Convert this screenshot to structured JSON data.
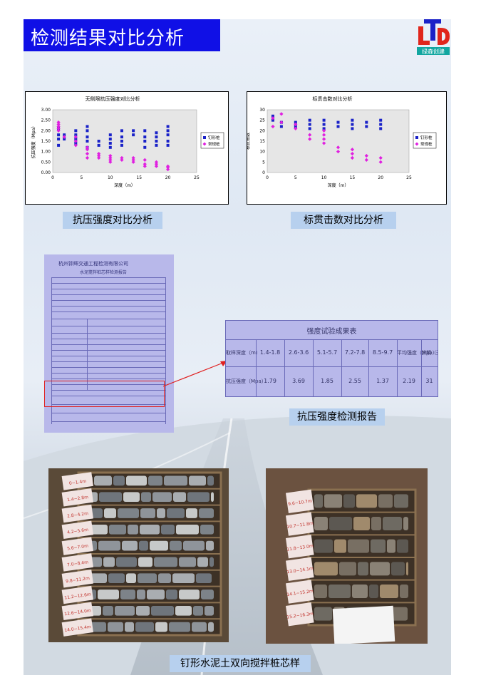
{
  "header": {
    "title": "检测结果对比分析"
  },
  "logo": {
    "letters": "LTD",
    "tagline": "绿森创建",
    "colors": {
      "L": "#e0261c",
      "T": "#1a22c8",
      "D": "#e0261c",
      "tag_bg": "#12a6a0"
    }
  },
  "charts": [
    {
      "chart_data": {
        "type": "scatter",
        "title": "无侧限抗压强度对比分析",
        "xlabel": "深度（m）",
        "ylabel": "抗压强度（Mpa）",
        "xlim": [
          0,
          25
        ],
        "ylim": [
          0,
          3
        ],
        "xticks": [
          "0",
          "5",
          "10",
          "15",
          "20",
          "25"
        ],
        "yticks": [
          "0.00",
          "0.50",
          "1.00",
          "1.50",
          "2.00",
          "2.50",
          "3.00"
        ],
        "legend_position": "right",
        "series": [
          {
            "name": "钉形桩",
            "color": "#1a22c8",
            "marker": "square",
            "points": [
              [
                1,
                1.3
              ],
              [
                1,
                1.6
              ],
              [
                1,
                1.8
              ],
              [
                1,
                2.1
              ],
              [
                2,
                1.6
              ],
              [
                2,
                1.8
              ],
              [
                4,
                1.4
              ],
              [
                4,
                1.6
              ],
              [
                4,
                1.8
              ],
              [
                4,
                2.0
              ],
              [
                6,
                1.2
              ],
              [
                6,
                1.5
              ],
              [
                6,
                1.7
              ],
              [
                6,
                2.0
              ],
              [
                6,
                2.2
              ],
              [
                8,
                1.3
              ],
              [
                8,
                1.5
              ],
              [
                10,
                1.2
              ],
              [
                10,
                1.4
              ],
              [
                10,
                1.6
              ],
              [
                10,
                1.8
              ],
              [
                12,
                1.3
              ],
              [
                12,
                1.5
              ],
              [
                12,
                1.7
              ],
              [
                12,
                2.0
              ],
              [
                14,
                1.8
              ],
              [
                14,
                2.0
              ],
              [
                16,
                1.2
              ],
              [
                16,
                1.5
              ],
              [
                16,
                1.7
              ],
              [
                16,
                2.0
              ],
              [
                18,
                1.3
              ],
              [
                18,
                1.5
              ],
              [
                18,
                1.7
              ],
              [
                18,
                1.9
              ],
              [
                20,
                1.3
              ],
              [
                20,
                1.5
              ],
              [
                20,
                1.8
              ],
              [
                20,
                2.0
              ],
              [
                20,
                2.2
              ]
            ]
          },
          {
            "name": "常规桩",
            "color": "#e020e0",
            "marker": "diamond",
            "points": [
              [
                1,
                2.0
              ],
              [
                1,
                2.1
              ],
              [
                1,
                2.2
              ],
              [
                1,
                2.3
              ],
              [
                1,
                2.4
              ],
              [
                2,
                1.7
              ],
              [
                4,
                1.3
              ],
              [
                4,
                1.5
              ],
              [
                4,
                1.7
              ],
              [
                6,
                0.7
              ],
              [
                6,
                0.9
              ],
              [
                6,
                1.1
              ],
              [
                6,
                1.2
              ],
              [
                8,
                0.7
              ],
              [
                8,
                0.8
              ],
              [
                8,
                0.9
              ],
              [
                10,
                0.5
              ],
              [
                10,
                0.6
              ],
              [
                10,
                0.7
              ],
              [
                10,
                0.8
              ],
              [
                12,
                0.6
              ],
              [
                12,
                0.7
              ],
              [
                14,
                0.5
              ],
              [
                14,
                0.6
              ],
              [
                14,
                0.7
              ],
              [
                16,
                0.3
              ],
              [
                16,
                0.4
              ],
              [
                16,
                0.6
              ],
              [
                18,
                0.3
              ],
              [
                18,
                0.4
              ],
              [
                18,
                0.5
              ],
              [
                20,
                0.15
              ],
              [
                20,
                0.25
              ],
              [
                20,
                0.3
              ]
            ]
          }
        ]
      }
    },
    {
      "chart_data": {
        "type": "scatter",
        "title": "标贯击数对比分析",
        "xlabel": "深度（m）",
        "ylabel": "标贯击数",
        "xlim": [
          0,
          25
        ],
        "ylim": [
          0,
          30
        ],
        "xticks": [
          "0",
          "5",
          "10",
          "15",
          "20",
          "25"
        ],
        "yticks": [
          "0",
          "5",
          "10",
          "15",
          "20",
          "25",
          "30"
        ],
        "legend_position": "right",
        "series": [
          {
            "name": "钉形桩",
            "color": "#1a22c8",
            "marker": "square",
            "points": [
              [
                1,
                25
              ],
              [
                1,
                27
              ],
              [
                2.5,
                22
              ],
              [
                2.5,
                24
              ],
              [
                5,
                22
              ],
              [
                5,
                24
              ],
              [
                7.5,
                21
              ],
              [
                7.5,
                23
              ],
              [
                7.5,
                25
              ],
              [
                10,
                21
              ],
              [
                10,
                23
              ],
              [
                10,
                25
              ],
              [
                12.5,
                22
              ],
              [
                12.5,
                24
              ],
              [
                15,
                21
              ],
              [
                15,
                23
              ],
              [
                15,
                25
              ],
              [
                17.5,
                22
              ],
              [
                17.5,
                24
              ],
              [
                20,
                21
              ],
              [
                20,
                23
              ],
              [
                20,
                25
              ]
            ]
          },
          {
            "name": "常规桩",
            "color": "#e020e0",
            "marker": "diamond",
            "points": [
              [
                1,
                22
              ],
              [
                1,
                26
              ],
              [
                2.5,
                24
              ],
              [
                2.5,
                28
              ],
              [
                5,
                21
              ],
              [
                5,
                23
              ],
              [
                7.5,
                16
              ],
              [
                7.5,
                18
              ],
              [
                10,
                14
              ],
              [
                10,
                16
              ],
              [
                10,
                18
              ],
              [
                10,
                20
              ],
              [
                12.5,
                10
              ],
              [
                12.5,
                12
              ],
              [
                15,
                7
              ],
              [
                15,
                9
              ],
              [
                15,
                11
              ],
              [
                17.5,
                6
              ],
              [
                17.5,
                8
              ],
              [
                20,
                5
              ],
              [
                20,
                7
              ]
            ]
          }
        ]
      }
    }
  ],
  "captions": {
    "chart1": "抗压强度对比分析",
    "chart2": "标贯击数对比分析",
    "report": "抗压强度检测报告",
    "cores": "钉形水泥土双向搅拌桩芯样"
  },
  "report": {
    "company": "杭州钟辉交通工程检测有限公司",
    "subtitle": "水泥搅拌桩芯样检测报告",
    "zoom_table": {
      "title": "强度试验成果表",
      "headers": [
        "取样深度（m）",
        "1.4-1.8",
        "2.6-3.6",
        "5.1-5.7",
        "7.2-7.8",
        "8.5-9.7",
        "平均强度（Mpa）",
        "龄期（天）"
      ],
      "values": [
        "抗压强度（Mpa）",
        "1.79",
        "3.69",
        "1.85",
        "2.55",
        "1.37",
        "2.19",
        "31"
      ]
    }
  },
  "photos": {
    "left": {
      "labels": [
        "0~1.4m",
        "1.4~2.8m",
        "2.8~4.2m",
        "4.2~5.6m",
        "5.6~7.0m",
        "7.0~8.4m",
        "9.8~11.2m",
        "11.2~12.6m",
        "12.6~14.0m",
        "14.0~15.4m"
      ]
    },
    "right": {
      "labels": [
        "9.6~10.7m",
        "10.7~11.8m",
        "11.8~13.0m",
        "13.0~14.1m",
        "14.1~15.2m",
        "15.2~16.3m"
      ]
    }
  }
}
